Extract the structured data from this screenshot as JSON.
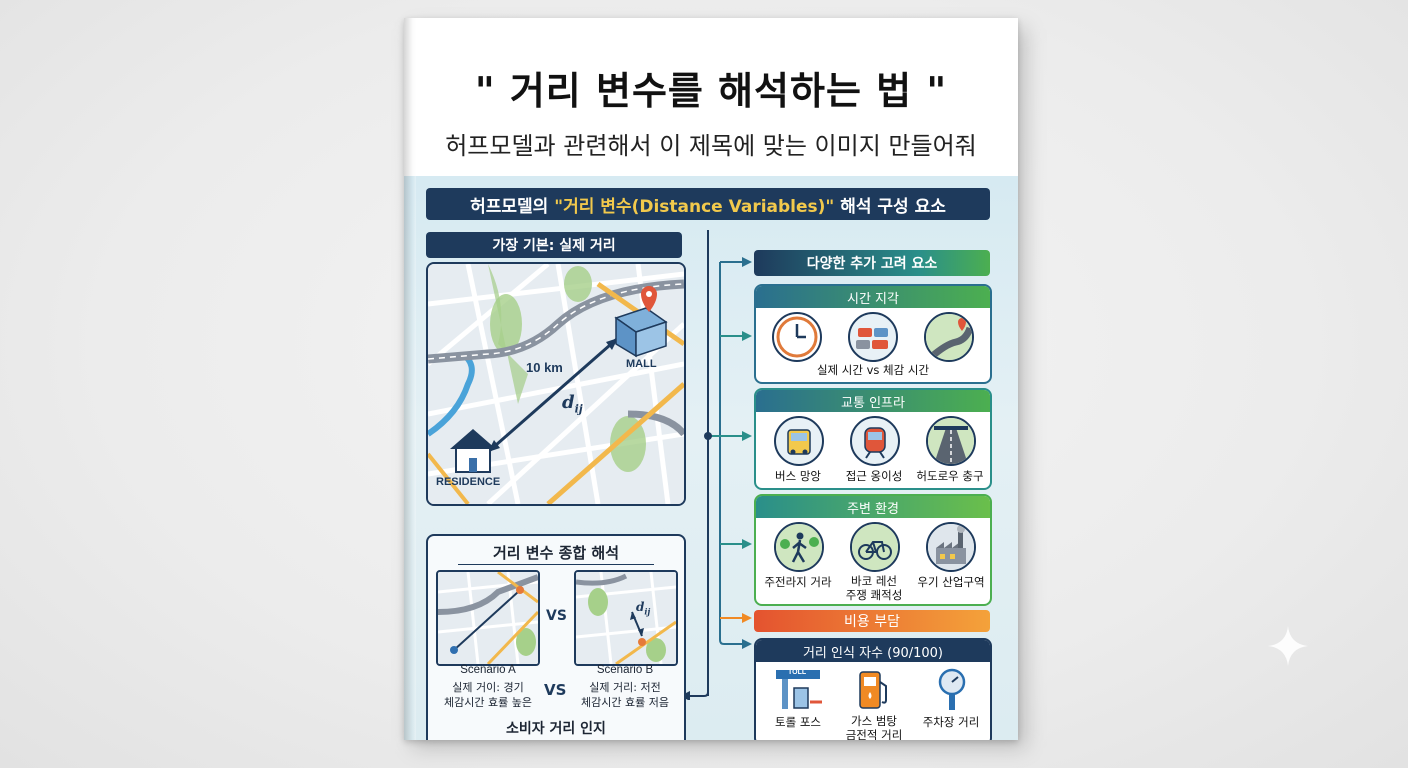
{
  "cover": {
    "title": "\" 거리 변수를 해석하는 법 \"",
    "subtitle": "허프모델과 관련해서 이 제목에 맞는 이미지 만들어줘"
  },
  "banner": {
    "prefix": "허프모델의 ",
    "highlight": "\"거리 변수(Distance Variables)\"",
    "suffix": " 해석 구성 요소"
  },
  "left": {
    "basic_label": "가장 기본: 실제 거리",
    "map": {
      "distance": "10 km",
      "symbol": "d",
      "symbol_sub": "ij",
      "origin": "RESIDENCE",
      "destination": "MALL"
    },
    "synth": {
      "title": "거리 변수 종합 해석",
      "vs": "VS",
      "scenario_a": {
        "name": "Scenario A",
        "line1": "실제 거이: 경기",
        "line2": "체감시간 효률 높은"
      },
      "scenario_b": {
        "name": "Scenario B",
        "symbol": "d",
        "symbol_sub": "ij",
        "line1": "실제 거리: 저전",
        "line2": "체감시간 효률 저음"
      },
      "footer": "소비자 거리 인지"
    }
  },
  "right": {
    "header": "다양한 추가 고려 요소",
    "time": {
      "title": "시간 지각",
      "caption": "실제 시간 vs 체감 시간"
    },
    "infra": {
      "title": "교통 인프라",
      "items": [
        "버스 망앙",
        "접근 옹이성",
        "허도로우 충구"
      ]
    },
    "env": {
      "title": "주변 환경",
      "items": [
        "주전라지 거라",
        "바코 레선\n주쟁 쾌적성",
        "우기 산업구역"
      ]
    },
    "cost": {
      "title": "비용 부담"
    },
    "cognition": {
      "title": "거리 인식 자수 (90/100)",
      "toll": "TOLL",
      "items": [
        "토롤 포스",
        "가스 범탕\n금전적 거리",
        "주차장 거리"
      ]
    }
  },
  "colors": {
    "navy": "#1e3a5c",
    "teal": "#2a8f8a",
    "green": "#4caf50",
    "orange": "#f08a24",
    "accent": "#f2c94c"
  }
}
